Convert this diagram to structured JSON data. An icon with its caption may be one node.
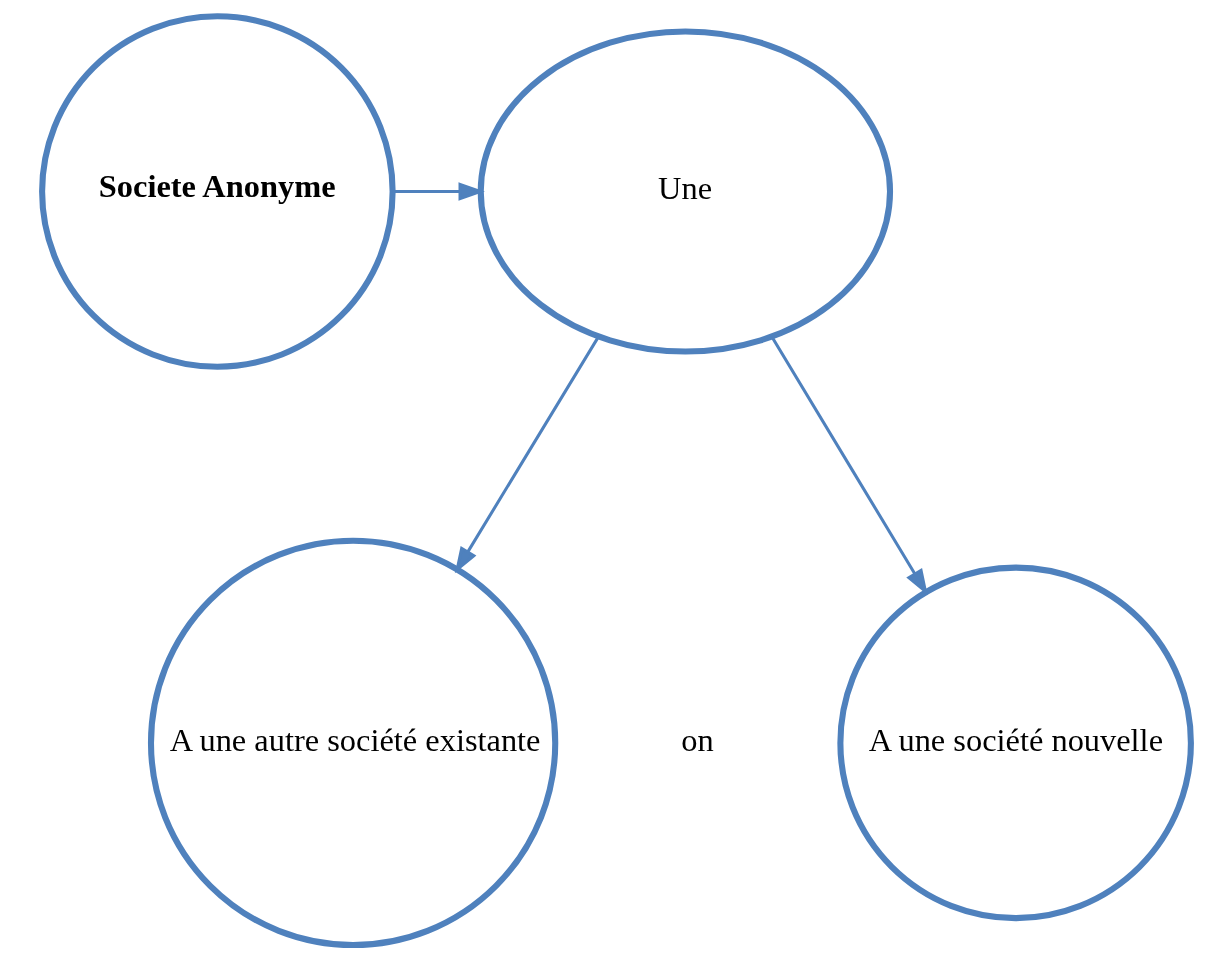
{
  "diagram": {
    "nodes": [
      {
        "text": [
          "Societe Anonyme"
        ]
      },
      {
        "text": [
          "Une"
        ]
      },
      {
        "text": [
          "A une autre société existante"
        ]
      },
      {
        "text": [
          "A une société nouvelle"
        ]
      }
    ],
    "edges": [
      {
        "from": 0,
        "to": 1,
        "arrow": "to"
      },
      {
        "from": 1,
        "to": 2,
        "arrow": "to"
      },
      {
        "from": 1,
        "to": 3,
        "arrow": "to"
      }
    ],
    "labels": [
      "on"
    ]
  }
}
